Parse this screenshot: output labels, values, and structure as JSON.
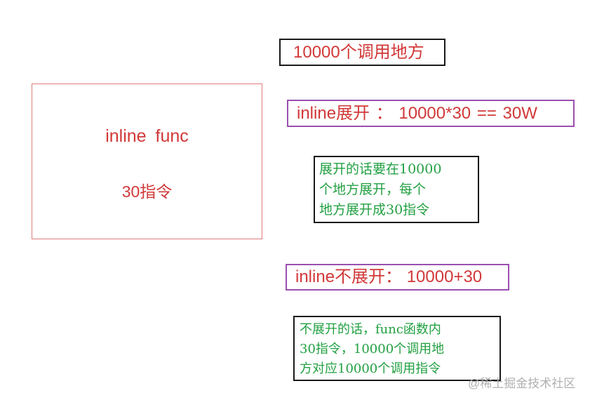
{
  "function_box": {
    "name": "inline func",
    "instruction_count": "30指令"
  },
  "call_sites": {
    "text": "10000个调用地方"
  },
  "inline_expanded": {
    "text": "inline展开  ： 10000*30 == 30W"
  },
  "inline_expanded_note": {
    "lines": [
      "展开的话要在10000",
      "个地方展开，每个",
      "地方展开成30指令"
    ]
  },
  "inline_not_expanded": {
    "text": "inline不展开： 10000+30"
  },
  "inline_not_expanded_note": {
    "lines": [
      "不展开的话，func函数内",
      "30指令，10000个调用地",
      "方对应10000个调用指令"
    ]
  },
  "watermark": {
    "text": "@稀土掘金技术社区"
  },
  "colors": {
    "title_red": "#d13838",
    "note_green": "#22a042",
    "purple_border": "#9b4fb0",
    "pink_border": "#e07a7a"
  }
}
